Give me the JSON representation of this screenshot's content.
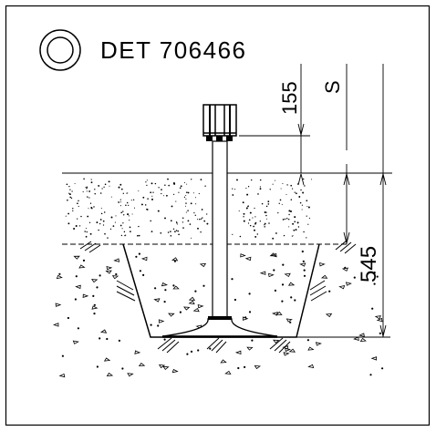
{
  "detail": {
    "label": "DET 706466",
    "dim_top": "155",
    "dim_s": "S",
    "dim_depth": "545"
  },
  "colors": {
    "line": "#000000",
    "background": "#ffffff"
  }
}
